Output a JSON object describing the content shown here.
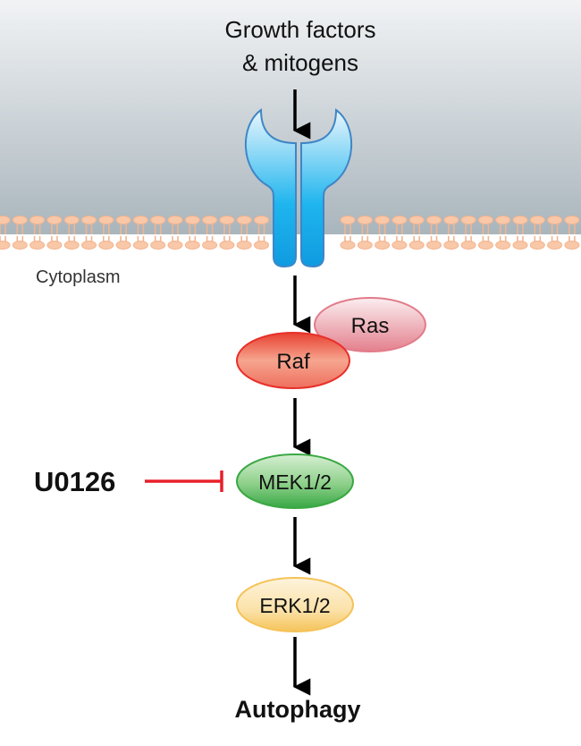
{
  "ligand": {
    "line1": "Growth factors",
    "line2": "& mitogens"
  },
  "compartment_label": "Cytoplasm",
  "nodes": {
    "ras": "Ras",
    "raf": "Raf",
    "mek": "MEK1/2",
    "erk": "ERK1/2"
  },
  "inhibitor": "U0126",
  "outcome": "Autophagy",
  "colors": {
    "ras": "#e7818f",
    "raf": "#e8382c",
    "mek": "#3aa843",
    "erk": "#f5c35a",
    "inhibition": "#e8202a",
    "receptor": "#1ab0ea",
    "membrane": "#f8c8a8"
  }
}
